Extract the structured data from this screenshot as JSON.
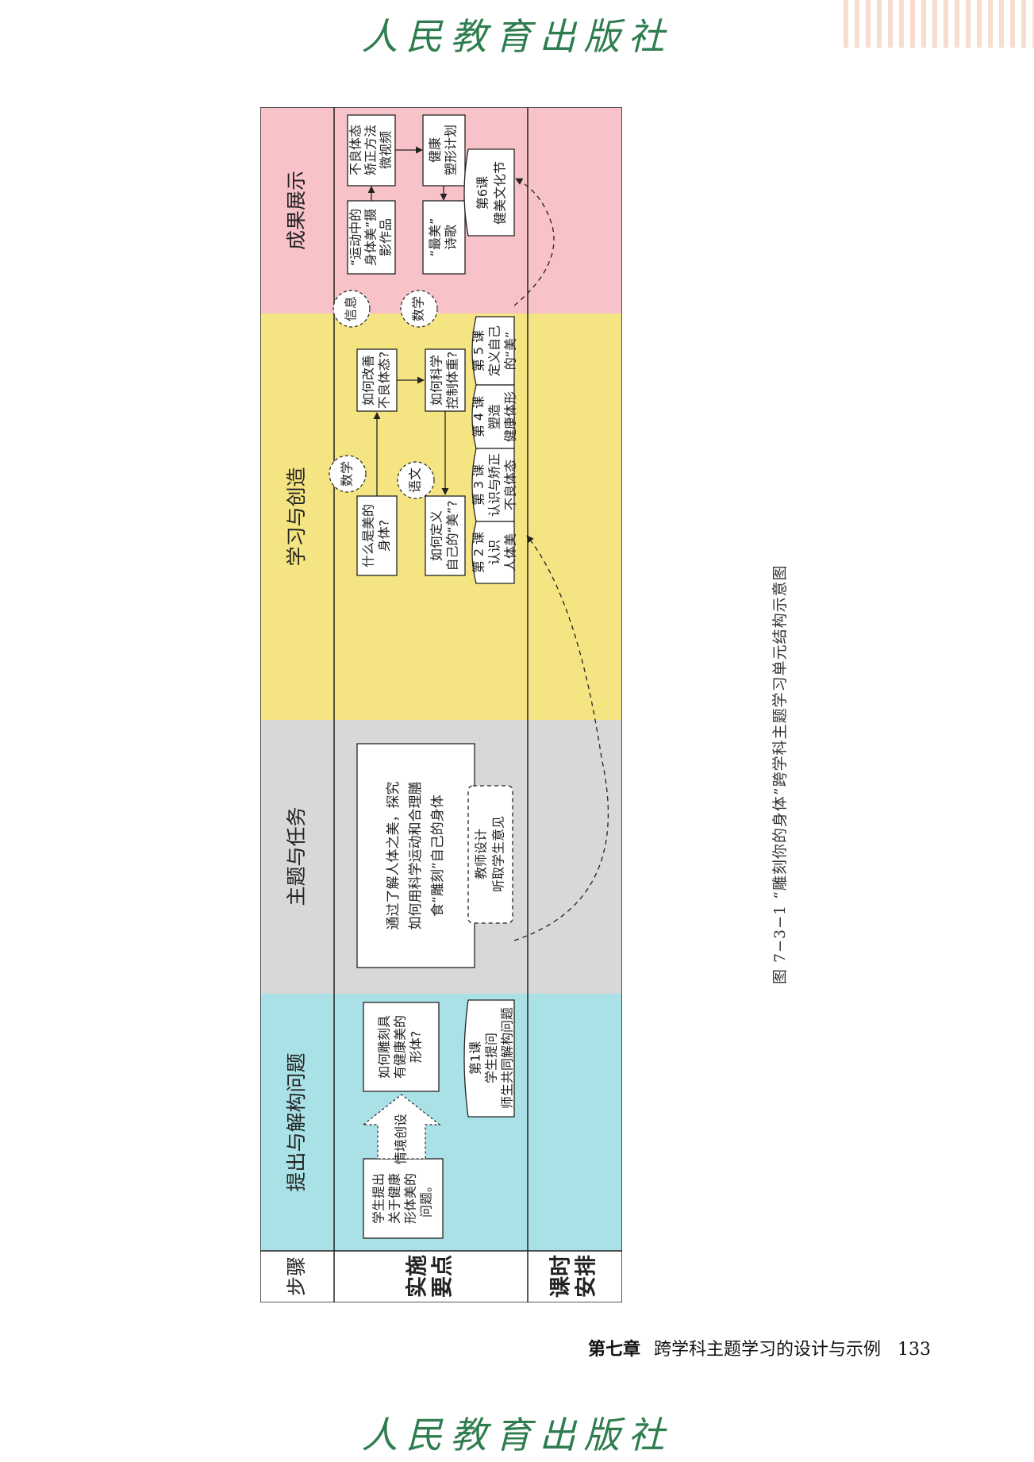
{
  "header": {
    "publisher_logo": "人民教育出版社"
  },
  "footer": {
    "chapter": "第七章",
    "chapter_title": "跨学科主题学习的设计与示例",
    "page_number": "133"
  },
  "caption": "图 7−3−1 “雕刻你的身体”跨学科主题学习单元结构示意图",
  "colors": {
    "band_pink": "#f8c2c9",
    "band_yellow": "#f4e482",
    "band_grey": "#d8d8d8",
    "band_cyan": "#a9e1e6",
    "logo_green": "#2e7d4f"
  },
  "rows": {
    "step": "步骤",
    "points": [
      "实施",
      "要点"
    ],
    "schedule": [
      "课时",
      "安排"
    ]
  },
  "stages": [
    {
      "name": "成果展示"
    },
    {
      "name": "学习与创造"
    },
    {
      "name": "主题与任务"
    },
    {
      "name": "提出与解构问题"
    }
  ],
  "boxes": {
    "video": [
      "不良体态",
      "矫正方法",
      "微视频"
    ],
    "plan": [
      "健康",
      "塑形计划"
    ],
    "photo": [
      "“运动中的",
      "身体美”摄",
      "影作品"
    ],
    "poem": [
      "“最美”",
      "诗歌"
    ],
    "q_improve": [
      "如何改善",
      "不良体态?"
    ],
    "q_weight": [
      "如何科学",
      "控制体重?"
    ],
    "q_body": [
      "什么是美的",
      "身体?"
    ],
    "q_define": [
      "如何定义",
      "自己的“美”?"
    ],
    "task": [
      "通过了解人体之美，探究",
      "如何用科学运动和合理膳",
      "食“雕刻”自己的身体"
    ],
    "problem": [
      "如何雕刻具",
      "有健康美的",
      "形体?"
    ],
    "question_raise": [
      "学生提出",
      "关于健康",
      "形体美的",
      "问题。"
    ],
    "arrow_label": "情境创设"
  },
  "subjects": {
    "info": "信息",
    "math_a": "数学",
    "math_b": "数学",
    "chinese": "语文"
  },
  "lessons": {
    "l1": [
      "第1课",
      "学生提问",
      "师生共同解构问题"
    ],
    "l2": [
      "第 2 课",
      "认识",
      "人体美"
    ],
    "l3": [
      "第 3 课",
      "认识与矫正",
      "不良体态"
    ],
    "l4": [
      "第 4 课",
      "塑造",
      "健康体形"
    ],
    "l5": [
      "第 5 课",
      "定义自己",
      "的“美”"
    ],
    "l6": [
      "第6课",
      "健美文化节"
    ],
    "teacher": [
      "教师设计",
      "听取学生意见"
    ]
  }
}
